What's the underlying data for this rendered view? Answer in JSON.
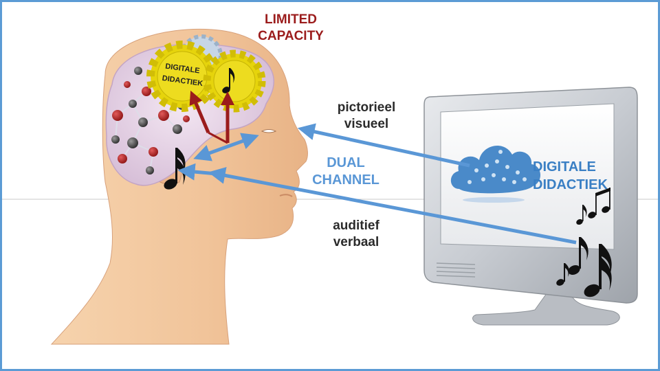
{
  "labels": {
    "limited_line1": "LIMITED",
    "limited_line2": "CAPACITY",
    "pictorial_line1": "pictorieel",
    "pictorial_line2": "visueel",
    "dual_line1": "DUAL",
    "dual_line2": "CHANNEL",
    "auditory_line1": "auditief",
    "auditory_line2": "verbaal"
  },
  "gear_logo": {
    "line1": "DIGITALE",
    "line2": "DIDACTIEK"
  },
  "monitor_logo": {
    "line1": "DIGITALE",
    "line2": "DIDACTIEK"
  },
  "colors": {
    "frame": "#5b9bd5",
    "arrow_blue": "#5a97d6",
    "arrow_red": "#9b1c1c",
    "gear_yellow": "#e6d40c",
    "skin": "#f2c9a0",
    "title_red": "#9b1c1c"
  },
  "icons": [
    "music-note-icon",
    "cloud-icon",
    "gear-icon",
    "molecule-icon"
  ]
}
